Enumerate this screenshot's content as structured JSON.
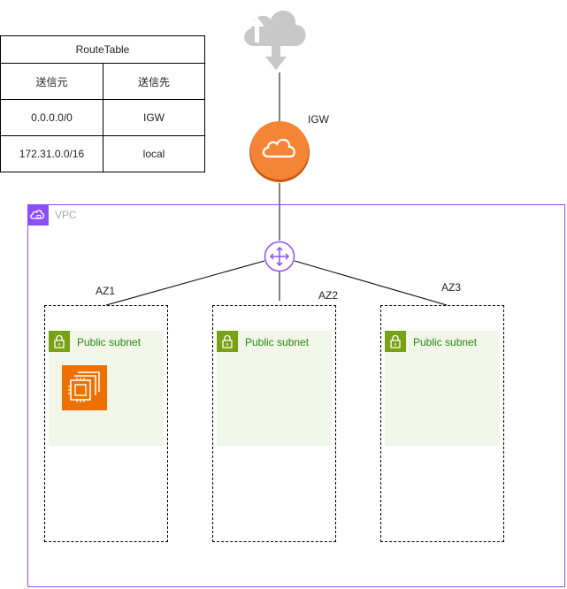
{
  "route_table": {
    "title": "RouteTable",
    "headers": [
      "送信元",
      "送信先"
    ],
    "rows": [
      [
        "0.0.0.0/0",
        "IGW"
      ],
      [
        "172.31.0.0/16",
        "local"
      ]
    ]
  },
  "igw": {
    "label": "IGW"
  },
  "vpc": {
    "label": "VPC"
  },
  "azs": [
    {
      "label": "AZ1",
      "subnet_label": "Public subnet"
    },
    {
      "label": "AZ2",
      "subnet_label": "Public subnet"
    },
    {
      "label": "AZ3",
      "subnet_label": "Public subnet"
    }
  ],
  "colors": {
    "vpc_border": "#8c4fff",
    "subnet_fill": "#f2f6e8",
    "subnet_badge": "#7aa116",
    "subnet_text": "#248814",
    "igw_orange": "#f58536",
    "ec2_orange": "#ed7100",
    "internet_gray": "#c8c8c8"
  }
}
